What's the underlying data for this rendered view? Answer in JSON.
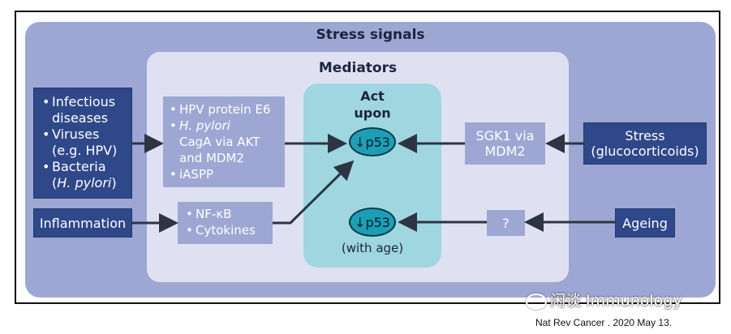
{
  "outer_title": "Stress signals",
  "mediators_title": "Mediators",
  "act_title_line1": "Act",
  "act_title_line2": "upon",
  "p53_top_label": "↓p53",
  "p53_bottom_label": "↓p53",
  "with_age_label": "(with age)",
  "left_box": {
    "items": [
      {
        "line1": "Infectious",
        "line2": "diseases"
      },
      {
        "line1": "Viruses",
        "line2": "(e.g. HPV)"
      },
      {
        "line1": "Bacteria",
        "line2_italic": "H. pylori",
        "line2_prefix": "(",
        "line2_suffix": ")"
      }
    ]
  },
  "inflammation_label": "Inflammation",
  "hpv_box": {
    "item1": "HPV protein E6",
    "item2_italic": "H. pylori",
    "item2_line2": "CagA via AKT",
    "item2_line3": "and MDM2",
    "item3": "iASPP"
  },
  "nfkb_box": {
    "item1": "NF-κB",
    "item2": "Cytokines"
  },
  "sgk1_box": {
    "line1": "SGK1 via",
    "line2": "MDM2"
  },
  "stress_box": {
    "line1": "Stress",
    "line2": "(glucocorticoids)"
  },
  "question_label": "?",
  "ageing_label": "Ageing",
  "watermark": "闲谈 Immunology",
  "citation": "Nat Rev Cancer . 2020 May 13.",
  "colors": {
    "outer_panel": "#9ea7d3",
    "mediators_panel": "#dfe1f3",
    "act_panel": "#9fd6e0",
    "dark_box": "#2e4889",
    "light_box": "#9ea7d3",
    "p53_ellipse": "#1c9fb6",
    "arrow": "#2d3545"
  }
}
